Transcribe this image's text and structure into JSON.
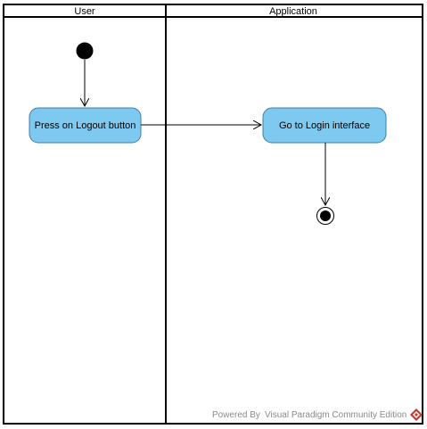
{
  "swimlanes": {
    "user": {
      "label": "User"
    },
    "application": {
      "label": "Application"
    }
  },
  "actions": {
    "logout": {
      "label": "Press on Logout button"
    },
    "login": {
      "label": "Go to Login interface"
    }
  },
  "watermark": {
    "powered_by": "Powered By",
    "product": "Visual Paradigm Community Edition"
  },
  "colors": {
    "action_fill": "#7dc9f0",
    "action_stroke": "#3d7fa8",
    "lane_border": "#000000",
    "node_fill": "#000000",
    "watermark_logo": "#c0392b"
  }
}
